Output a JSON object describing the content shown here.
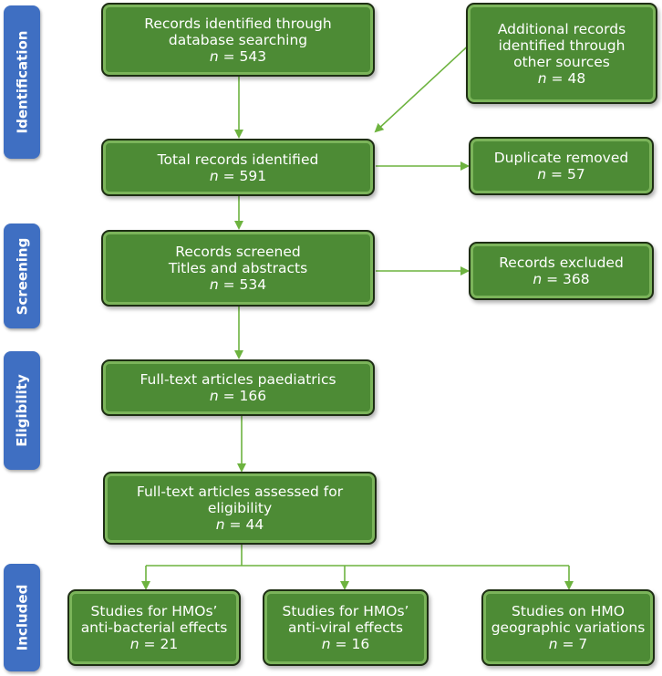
{
  "stages": {
    "identification": "Identification",
    "screening": "Screening",
    "eligibility": "Eligibility",
    "included": "Included"
  },
  "boxes": {
    "database_search": {
      "text": [
        "Records identified through",
        "database searching"
      ],
      "n": "543"
    },
    "other_sources": {
      "text": [
        "Additional records",
        "identified through",
        "other sources"
      ],
      "n": "48"
    },
    "total_identified": {
      "text": [
        "Total records identified"
      ],
      "n": "591"
    },
    "duplicates_removed": {
      "text": [
        "Duplicate removed"
      ],
      "n": "57"
    },
    "records_screened": {
      "text": [
        "Records screened",
        "Titles and abstracts"
      ],
      "n": "534"
    },
    "records_excluded": {
      "text": [
        "Records excluded"
      ],
      "n": "368"
    },
    "fulltext_paediatrics": {
      "text": [
        "Full-text articles paediatrics"
      ],
      "n": "166"
    },
    "fulltext_assessed": {
      "text": [
        "Full-text articles assessed for",
        "eligibility"
      ],
      "n": "44"
    },
    "antibacterial": {
      "text": [
        "Studies for HMOs’",
        "anti-bacterial effects"
      ],
      "n": "21"
    },
    "antiviral": {
      "text": [
        "Studies for HMOs’",
        "anti-viral effects"
      ],
      "n": "16"
    },
    "geographic": {
      "text": [
        "Studies on HMO",
        "geographic variations"
      ],
      "n": "7"
    }
  },
  "n_prefix": "n",
  "n_equals": " = ",
  "colors": {
    "box_fill": "#4d8b35",
    "box_border": "#1e2e14",
    "box_inner_border": "#7bb45a",
    "arrow": "#6db33f",
    "stage_fill": "#3f6fc2",
    "text": "#ffffff"
  }
}
